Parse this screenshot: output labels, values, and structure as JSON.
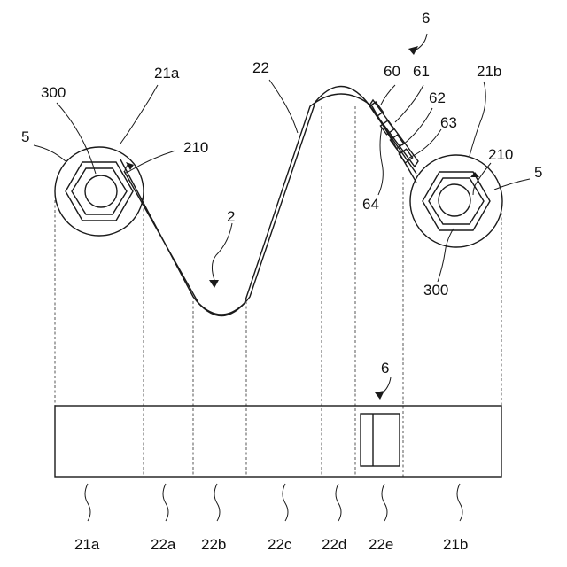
{
  "figure": {
    "ref_6_top": "6",
    "ref_60": "60",
    "ref_61": "61",
    "ref_62": "62",
    "ref_63": "63",
    "ref_64": "64",
    "ref_21a_top": "21a",
    "ref_21b_top": "21b",
    "ref_22_top": "22",
    "ref_300_left": "300",
    "ref_300_right": "300",
    "ref_5_left": "5",
    "ref_5_right": "5",
    "ref_210_left": "210",
    "ref_210_right": "210",
    "ref_2": "2",
    "ref_6_bottom": "6"
  },
  "bottom_labels": [
    "21a",
    "22a",
    "22b",
    "22c",
    "22d",
    "22e",
    "21b"
  ],
  "colors": {
    "line": "#1a1a1a",
    "background": "#ffffff"
  }
}
